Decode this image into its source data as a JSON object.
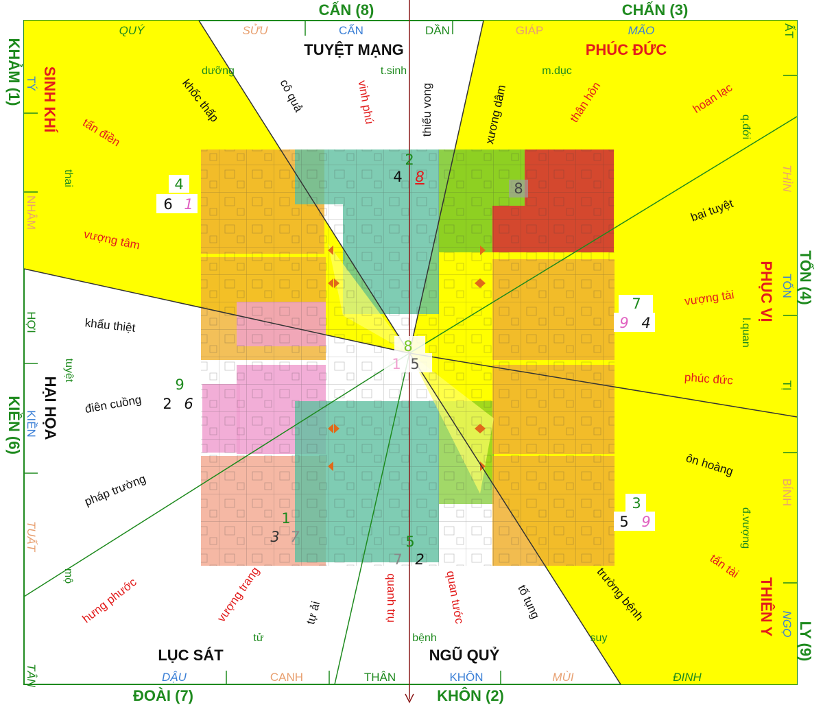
{
  "colors": {
    "yellow": "#ffff00",
    "green_zone": "#2e8b2e",
    "red_zone": "#e21c1c",
    "black_text": "#111111",
    "orange_sector": "#e8a070",
    "blue_sector": "#3a7fd6",
    "apt_orange": "#f0b030",
    "apt_teal": "#5fbfa0",
    "apt_pink": "#f0a0d0",
    "apt_salmon": "#f4b09a",
    "apt_red": "#d4482e",
    "apt_green": "#7ac828"
  },
  "guas": {
    "top_left": "CẤN (8)",
    "top_right": "CHẤN (3)",
    "bottom_left": "ĐOÀI (7)",
    "bottom_right": "KHÔN (2)",
    "left_top": "KHẢM (1)",
    "left_bottom": "KIỀN (6)",
    "right_top": "TỐN (4)",
    "right_bottom": "LY (9)"
  },
  "mountains": {
    "quy": "QUÝ",
    "suu": "SỬU",
    "can": "CẤN",
    "dan": "DẦN",
    "giap": "GIÁP",
    "mao": "MÃO",
    "at": "ẤT",
    "ty": "TÝ",
    "nham": "NHÂM",
    "hoi": "HỢI",
    "kien": "KIỀN",
    "tuat": "TUẤT",
    "tan": "TÂN",
    "dau": "DẬU",
    "canh": "CANH",
    "than": "THÂN",
    "khon": "KHÔN",
    "mui": "MÙI",
    "dinh": "ĐINH",
    "thin": "THÌN",
    "ton": "TỐN",
    "ti": "TỊ",
    "binh": "BÍNH",
    "ngo": "NGỌ"
  },
  "zones": {
    "tuyet_mang": "TUYỆT MẠNG",
    "phuc_duc": "PHÚC ĐỨC",
    "sinh_khi": "SINH KHÍ",
    "phuc_vi": "PHỤC VỊ",
    "hai_hoa": "HẠI HỌA",
    "thien_y": "THIÊN Y",
    "luc_sat": "LỤC SÁT",
    "ngu_quy": "NGŨ QUỶ"
  },
  "stages": {
    "duong": "dưỡng",
    "tsinh": "t.sinh",
    "mduc": "m.dục",
    "qdoi": "q.đới",
    "thai": "thai",
    "tuyet": "tuyệt",
    "lquan": "l.quan",
    "dvuong": "đ.vượng",
    "mo": "mộ",
    "tu": "tử",
    "benh": "bệnh",
    "suy": "suy"
  },
  "phrases": {
    "khoc_thap": "khốc thấp",
    "co_qua": "cô quả",
    "vinh_phu": "vinh phú",
    "thieu_vong": "thiếu vong",
    "xuong_dam": "xương dâm",
    "than_hon": "thân hôn",
    "hoan_lac": "hoan lạc",
    "tan_dien": "tấn điền",
    "vuong_tam": "vượng tâm",
    "bai_tuyet": "bại tuyệt",
    "vuong_tai": "vượng tài",
    "phuc_duc_small": "phúc đức",
    "khau_thiet": "khẩu thiệt",
    "dien_cuong": "điên cuồng",
    "phap_truong": "pháp trường",
    "on_hoang": "ôn hoàng",
    "hung_phuoc": "hưng phước",
    "vuong_trang": "vượng trang",
    "tu_ai": "tự ải",
    "quan_tuoc": "quan tước",
    "to_tung": "tố tụng",
    "truong_benh": "trường bệnh",
    "tan_tai": "tấn tài",
    "quanh_tru": "quanh trụ"
  },
  "stars": {
    "nw_top": "4",
    "nw_left": "6",
    "nw_right": "1",
    "n_top": "2",
    "n_left": "4",
    "n_right": "8",
    "ne": "8",
    "e_top": "7",
    "e_left": "9",
    "e_right": "4",
    "c_top": "8",
    "c_left": "1",
    "c_right": "5",
    "w_top": "9",
    "w_left": "2",
    "w_right": "6",
    "sw_top": "1",
    "sw_left": "3",
    "sw_right": "7",
    "s_top": "5",
    "s_left": "7",
    "s_right": "2",
    "se_top": "3",
    "se_left": "5",
    "se_right": "9"
  }
}
